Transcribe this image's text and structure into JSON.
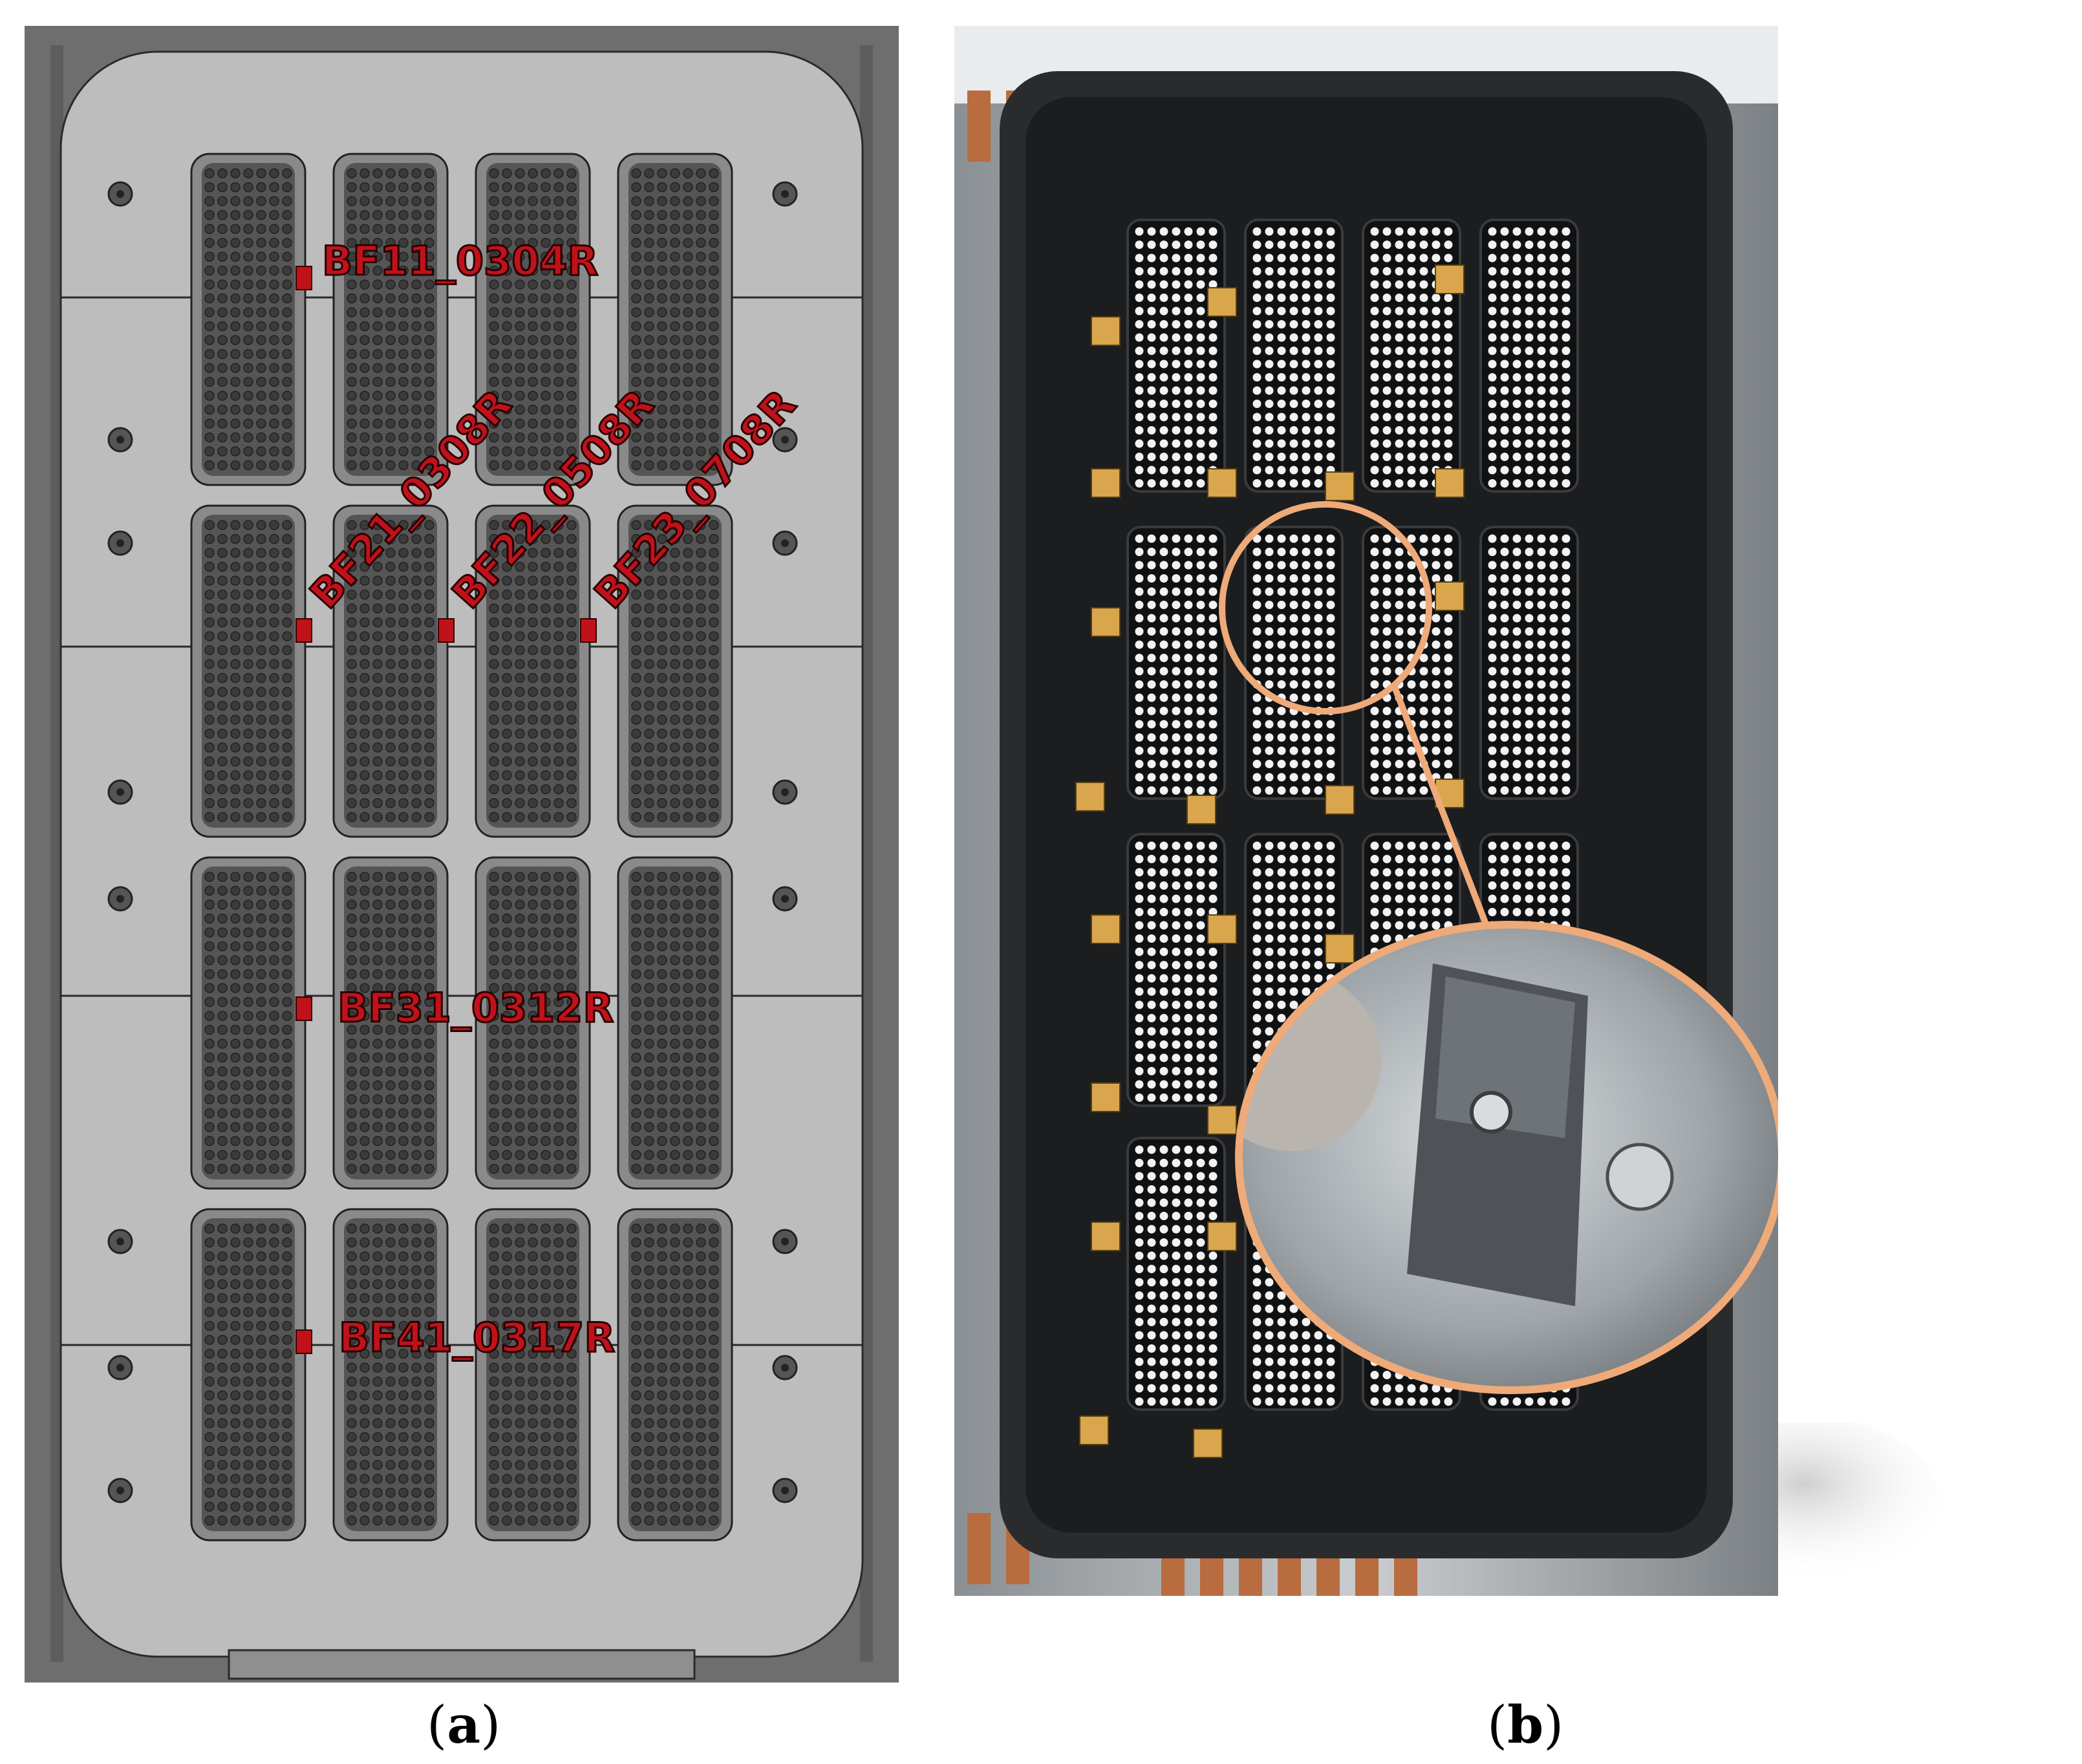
{
  "captions": {
    "a": {
      "open": "(",
      "letter": "a",
      "close": ")"
    },
    "b": {
      "open": "(",
      "letter": "b",
      "close": ")"
    }
  },
  "panel_a": {
    "labels": [
      {
        "id": "bf11",
        "text": "BF11_0304R"
      },
      {
        "id": "bf21",
        "text": "BF21_0308R"
      },
      {
        "id": "bf22",
        "text": "BF22_0508R"
      },
      {
        "id": "bf23",
        "text": "BF23_0708R"
      },
      {
        "id": "bf31",
        "text": "BF31_0312R"
      },
      {
        "id": "bf41",
        "text": "BF41_0317R"
      }
    ]
  },
  "colors": {
    "cad_frame": "#6e6e6e",
    "cad_plate": "#bdbdbd",
    "module": "#545454",
    "label_red": "#c0121b",
    "photo_dark": "#1c1d1f",
    "highlight_orange": "#eeaa78",
    "tab_yellow": "#d9a64e",
    "copper": "#b86c3f"
  }
}
